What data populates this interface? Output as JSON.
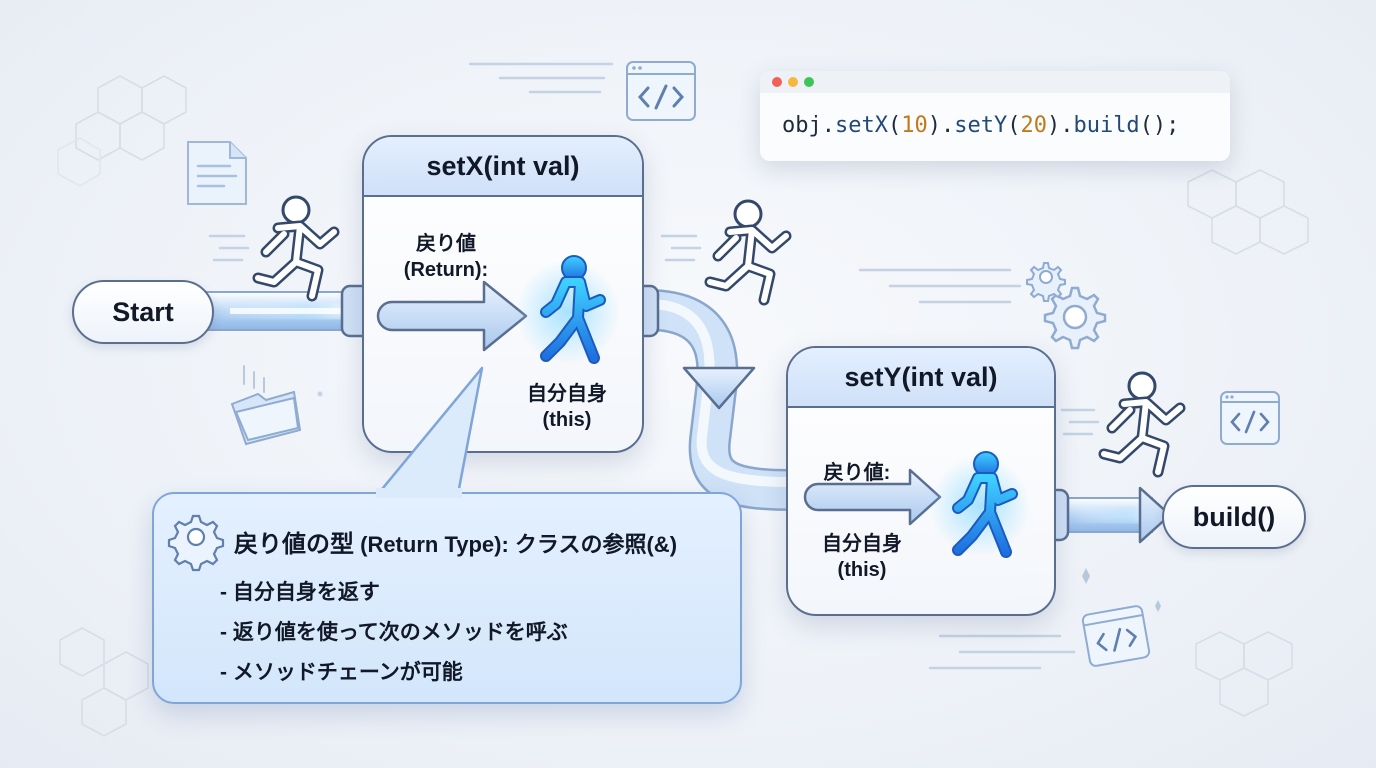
{
  "diagram": {
    "start_label": "Start",
    "build_label": "build()",
    "code": {
      "prefix": "obj.",
      "fn1": "setX",
      "arg1": "10",
      "fn2": "setY",
      "arg2": "20",
      "fn3": "build",
      "suffix": "();"
    },
    "setx": {
      "title": "setX(int val)",
      "return_label_line1": "戻り値",
      "return_label_line2": "(Return):",
      "self_label_line1": "自分自身",
      "self_label_line2": "(this)"
    },
    "sety": {
      "title": "setY(int val)",
      "return_label": "戻り値:",
      "self_label_line1": "自分自身",
      "self_label_line2": "(this)"
    },
    "callout": {
      "title_jp": "戻り値の型",
      "title_rest": " (Return Type): クラスの参照(&)",
      "bullets": [
        "- 自分自身を返す",
        "- 返り値を使って次のメソッドを呼ぶ",
        "- メソッドチェーンが可能"
      ]
    },
    "colors": {
      "accent": "#2ea8f0",
      "stroke": "#5a6f90",
      "callout_bg": "#d9eafc"
    }
  }
}
